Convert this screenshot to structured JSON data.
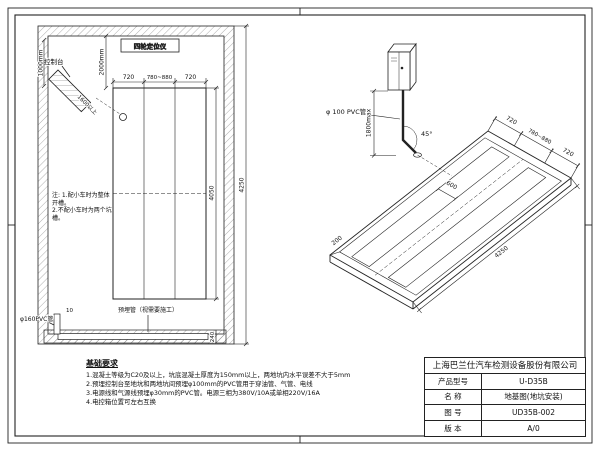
{
  "sheet": {
    "company": "上海巴兰仕汽车检测设备股份有限公司",
    "title_block": {
      "rows": [
        {
          "label": "产品型号",
          "value": "U-D35B"
        },
        {
          "label": "名  称",
          "value": "地基图(地坑安装)"
        },
        {
          "label": "图  号",
          "value": "UD35B-002"
        },
        {
          "label": "版  本",
          "value": "A/0"
        }
      ]
    }
  },
  "plan_view": {
    "aligner_label": "四轮定位仪",
    "console_label": "控制台",
    "console_dim": "1600以上",
    "dim_wall": "1000mm",
    "dim_offset": "2000mm",
    "dims_top": [
      "720",
      "780~880",
      "720"
    ],
    "dim_pit_length": "4050",
    "dim_overall": "4250",
    "note_line1": "注: 1.配小车时为整体开槽。",
    "note_line2": "2.不配小车时为两个坑槽。"
  },
  "section_detail": {
    "embed_label": "预埋管（视需要施工）",
    "pvc_label": "φ160PVC管",
    "dim_a": "10",
    "dim_b": "240"
  },
  "iso_view": {
    "pipe_label": "φ 100 PVC管",
    "angle_label": "45°",
    "height_label": "1800max",
    "dims_top": [
      "720",
      "780~880",
      "720"
    ],
    "dim_ledge": "200",
    "dim_track": "600",
    "dim_length": "4250"
  },
  "requirements": {
    "title": "基础要求",
    "items": [
      "1.混凝土等级为C20及以上，坑底混凝土厚度为150mm以上，两地坑内水平误差不大于5mm",
      "2.预埋控制台至地坑和两地坑间预埋φ100mm的PVC管用于穿油管、气管、电线",
      "3.电源线和气源线预埋φ30mm的PVC管。电源三相为380V/10A或单相220V/16A",
      "4.电控箱位置可左右互换"
    ]
  }
}
